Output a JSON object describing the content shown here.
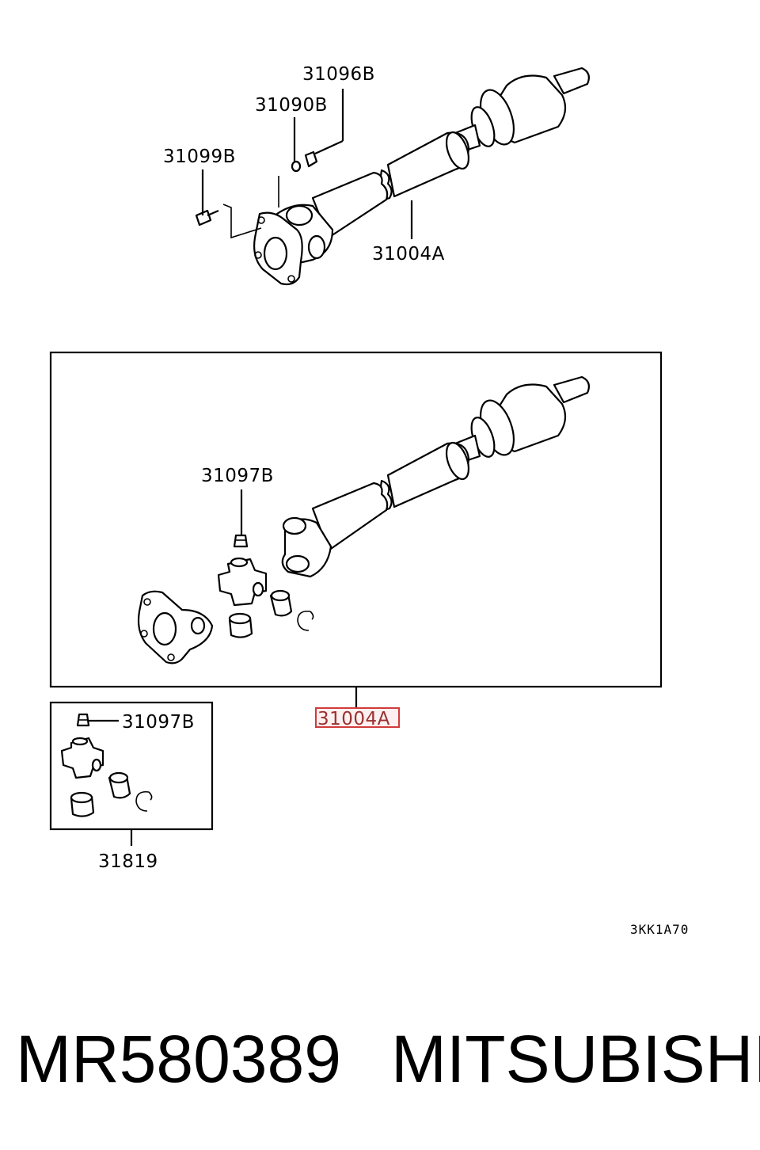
{
  "labels": {
    "nut": "31096B",
    "washer": "31090B",
    "bolt": "31099B",
    "shaft_top": "31004A",
    "grease_fitting": "31097B",
    "shaft_highlighted": "31004A",
    "kit_fitting": "31097B",
    "kit": "31819"
  },
  "diagram_code": "3KK1A70",
  "part_number": "MR580389",
  "brand": "MITSUBISHI",
  "colors": {
    "highlight": "#d13b3b"
  }
}
